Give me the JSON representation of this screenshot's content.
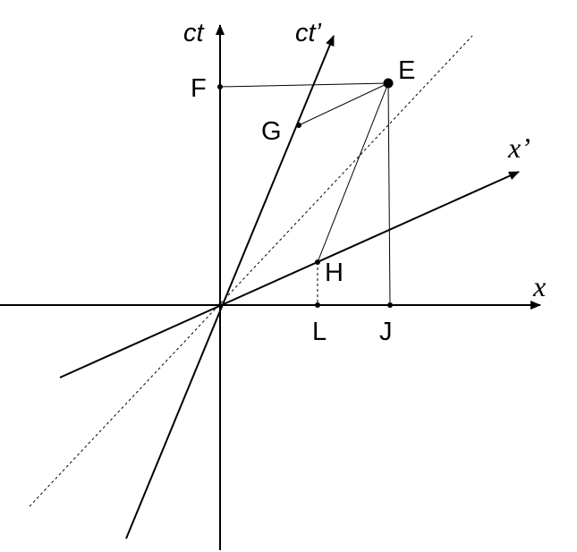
{
  "diagram": {
    "axes": {
      "x_label": "x",
      "ct_label": "ct",
      "x_prime_label": "x’",
      "ct_prime_label": "ct’"
    },
    "points": {
      "E": "E",
      "F": "F",
      "G": "G",
      "H": "H",
      "L": "L",
      "J": "J"
    },
    "colors": {
      "line": "#000000",
      "background": "#ffffff"
    }
  }
}
